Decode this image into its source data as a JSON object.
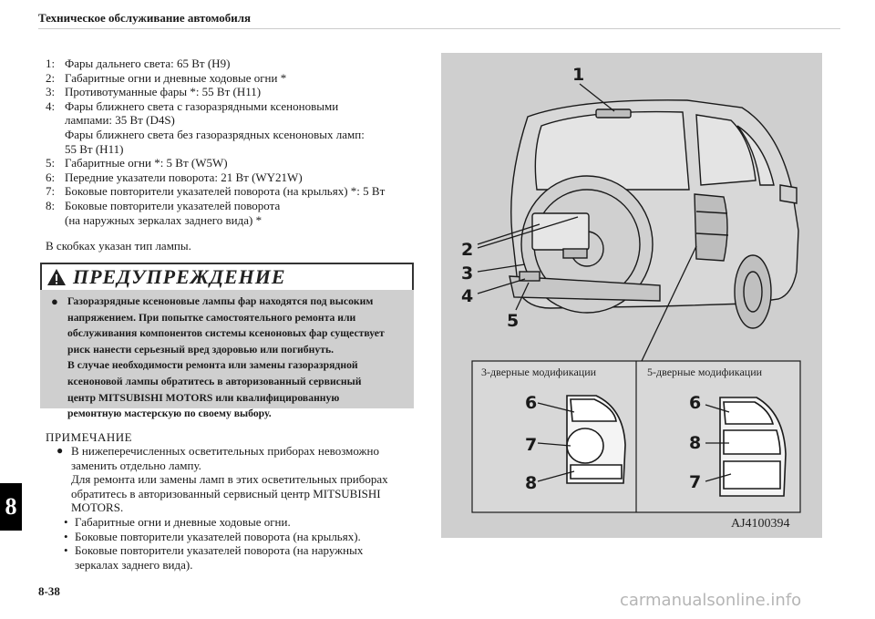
{
  "header": {
    "title": "Техническое обслуживание автомобиля"
  },
  "chapter_tab": "8",
  "bulbs": [
    {
      "num": "1:",
      "text": "Фары дальнего света: 65 Вт (H9)"
    },
    {
      "num": "2:",
      "text": "Габаритные огни и дневные ходовые огни *"
    },
    {
      "num": "3:",
      "text": "Противотуманные фары *: 55 Вт (H11)"
    },
    {
      "num": "4:",
      "text": "Фары ближнего света с газоразрядными ксеноновыми\nлампами: 35 Вт (D4S)\nФары ближнего света без газоразрядных ксеноновых ламп:\n55 Вт (H11)"
    },
    {
      "num": "5:",
      "text": "Габаритные огни *: 5 Вт (W5W)"
    },
    {
      "num": "6:",
      "text": "Передние указатели поворота: 21 Вт (WY21W)"
    },
    {
      "num": "7:",
      "text": "Боковые повторители указателей поворота (на крыльях) *: 5 Вт"
    },
    {
      "num": "8:",
      "text": "Боковые повторители указателей поворота\n(на наружных зеркалах заднего вида) *"
    }
  ],
  "bracket_note": "В скобках указан тип лампы.",
  "warning": {
    "title": "ПРЕДУПРЕЖДЕНИЕ",
    "bullet": "●",
    "text": "Газоразрядные ксеноновые лампы фар находятся под высоким\nнапряжением. При попытке самостоятельного ремонта или\nобслуживания компонентов системы ксеноновых фар существует\nриск нанести серьезный вред здоровью или погибнуть.\nВ случае необходимости ремонта или замены газоразрядной\nксеноновой лампы обратитесь в авторизованный сервисный\nцентр MITSUBISHI MOTORS или квалифицированную\nремонтную мастерскую по своему выбору."
  },
  "note": {
    "title": "ПРИМЕЧАНИЕ",
    "bullet": "●",
    "text": "В нижеперечисленных осветительных приборах невозможно\nзаменить отдельно лампу.\nДля ремонта или замены ламп в этих осветительных приборах\nобратитесь в авторизованный сервисный центр MITSUBISHI\nMOTORS.",
    "items": [
      "Габаритные огни и дневные ходовые огни.",
      "Боковые повторители указателей поворота (на крыльях).",
      "Боковые повторители указателей поворота (на наружных\nзеркалах заднего вида)."
    ]
  },
  "figure": {
    "callouts": [
      "1",
      "2",
      "3",
      "4",
      "5"
    ],
    "left_panel": {
      "label": "3-дверные модификации",
      "callouts": [
        "6",
        "7",
        "8"
      ]
    },
    "right_panel": {
      "label": "5-дверные модификации",
      "callouts": [
        "6",
        "8",
        "7"
      ]
    },
    "code": "AJ4100394"
  },
  "page_number": "8-38",
  "watermark": "carmanualsonline.info"
}
